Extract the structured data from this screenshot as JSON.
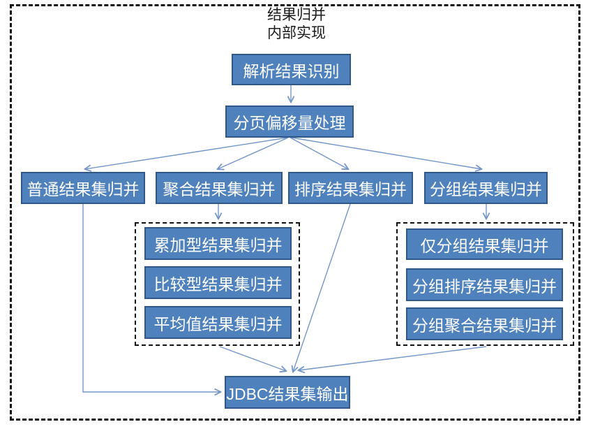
{
  "title": {
    "line1": "结果归并",
    "line2": "内部实现"
  },
  "nodes": {
    "parse": "解析结果识别",
    "paging": "分页偏移量处理",
    "normal": "普通结果集归并",
    "aggregate": "聚合结果集归并",
    "sort": "排序结果集归并",
    "group": "分组结果集归并",
    "accumulate": "累加型结果集归并",
    "compare": "比较型结果集归并",
    "average": "平均值结果集归并",
    "group_only": "仅分组结果集归并",
    "group_sort": "分组排序结果集归并",
    "group_agg": "分组聚合结果集归并",
    "jdbc": "JDBC结果集输出"
  },
  "edges": [
    {
      "from": "parse",
      "to": "paging"
    },
    {
      "from": "paging",
      "to": "normal"
    },
    {
      "from": "paging",
      "to": "aggregate"
    },
    {
      "from": "paging",
      "to": "sort"
    },
    {
      "from": "paging",
      "to": "group"
    },
    {
      "from": "aggregate",
      "to": "aggregate-group-box"
    },
    {
      "from": "group",
      "to": "grouping-group-box"
    },
    {
      "from": "sort",
      "to": "jdbc"
    },
    {
      "from": "aggregate-group-box",
      "to": "jdbc"
    },
    {
      "from": "grouping-group-box",
      "to": "jdbc"
    },
    {
      "from": "normal",
      "to": "jdbc"
    }
  ],
  "colors": {
    "node_fill": "#4f81bd",
    "node_border": "#2f5788",
    "arrow": "#7396c8",
    "frame": "#111111",
    "node_text": "#ffffff",
    "title_text": "#1a1a1a"
  }
}
